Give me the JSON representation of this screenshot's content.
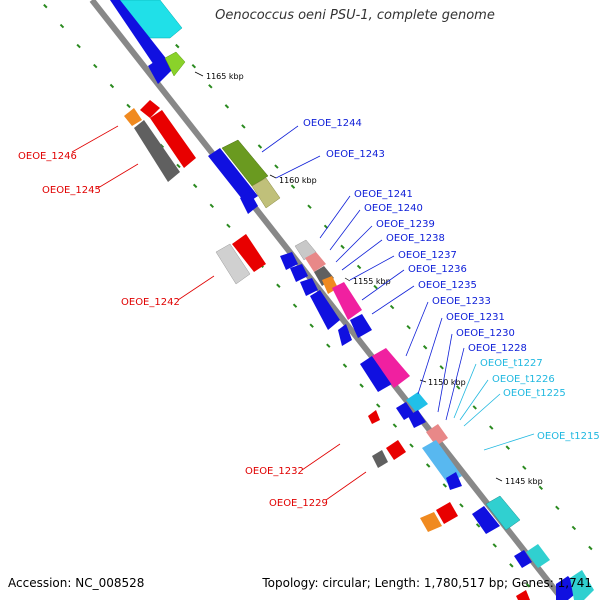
{
  "title": "Oenococcus oeni PSU-1, complete genome",
  "footer": {
    "accession": "Accession: NC_008528",
    "stats": "Topology: circular; Length: 1,780,517 bp; Genes: 1,741"
  },
  "colors": {
    "backbone": "#888888",
    "tick": "#2a8a1f",
    "label_red": "#e00000",
    "label_blue": "#1020d8",
    "label_cyan": "#20b8e0"
  },
  "kbp_marks": [
    "1165 kbp",
    "1160 kbp",
    "1155 kbp",
    "1150 kbp",
    "1145 kbp"
  ],
  "labels": {
    "left": [
      "OEOE_1246",
      "OEOE_1245",
      "OEOE_1242",
      "OEOE_1232",
      "OEOE_1229"
    ],
    "right_blue": [
      "OEOE_1244",
      "OEOE_1243",
      "OEOE_1241",
      "OEOE_1240",
      "OEOE_1239",
      "OEOE_1238",
      "OEOE_1237",
      "OEOE_1236",
      "OEOE_1235",
      "OEOE_1233",
      "OEOE_1231",
      "OEOE_1230",
      "OEOE_1228"
    ],
    "right_cyan": [
      "OEOE_t1227",
      "OEOE_t1226",
      "OEOE_t1225",
      "OEOE_t1215"
    ]
  }
}
